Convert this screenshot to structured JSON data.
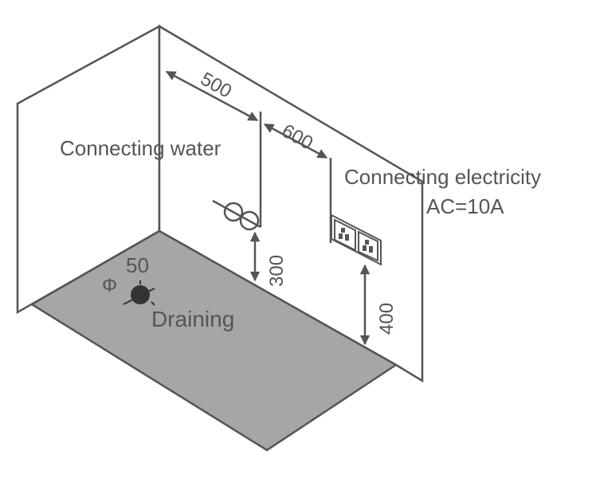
{
  "labels": {
    "dim_500": "500",
    "dim_600": "600",
    "dim_300": "300",
    "dim_400": "400",
    "water": "Connecting water",
    "electricity": "Connecting electricity",
    "electricity_rating": "AC=10A",
    "drain_diameter": "50",
    "diameter_symbol": "Φ",
    "drain": "Draining"
  },
  "colors": {
    "line": "#555555",
    "floor": "#a6a6a6",
    "text": "#555555"
  }
}
